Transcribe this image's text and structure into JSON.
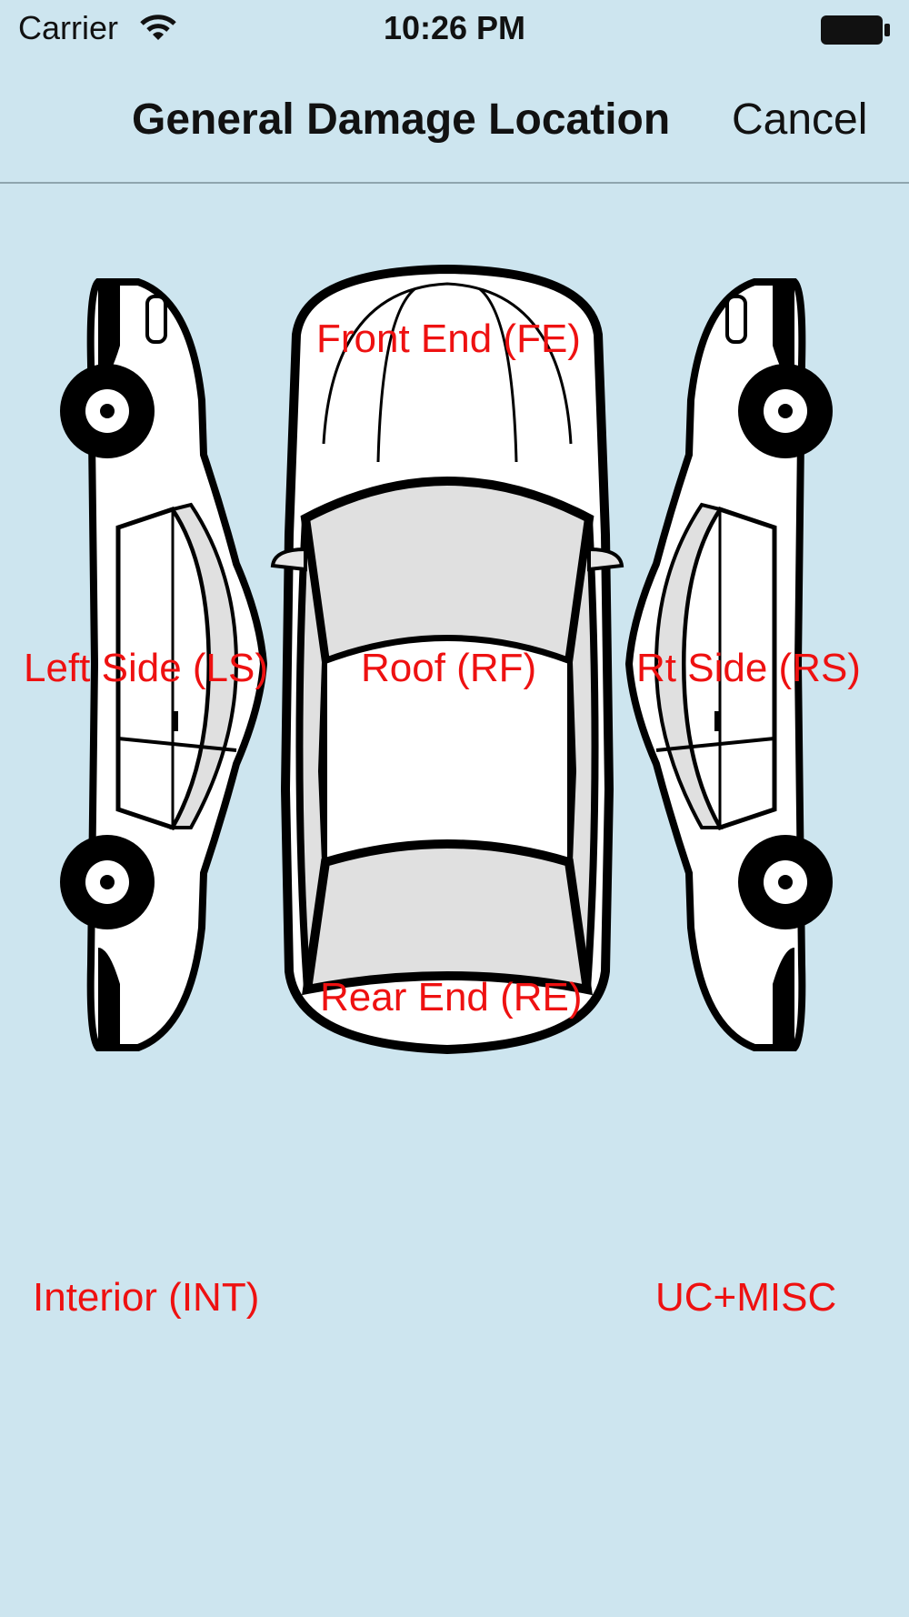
{
  "status_bar": {
    "carrier": "Carrier",
    "time": "10:26 PM"
  },
  "nav": {
    "title": "General Damage Location",
    "cancel_label": "Cancel"
  },
  "zones": {
    "front_end": "Front End (FE)",
    "left_side": "Left Side (LS)",
    "roof": "Roof (RF)",
    "right_side": "Rt Side (RS)",
    "rear_end": "Rear End (RE)",
    "interior": "Interior (INT)",
    "uc_misc": "UC+MISC"
  },
  "colors": {
    "background": "#cde5ef",
    "zone_label": "#ee1111"
  }
}
